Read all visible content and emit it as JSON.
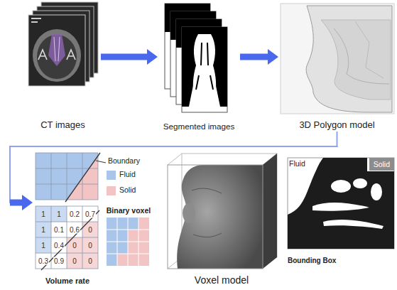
{
  "diagram": {
    "nodes": [
      {
        "text": [
          "CT images"
        ]
      },
      {
        "text": [
          "Segmented images"
        ]
      },
      {
        "text": [
          "3D Polygon model"
        ]
      },
      {
        "text": [
          "Volume rate"
        ]
      },
      {
        "text": [
          "Binary voxel"
        ]
      },
      {
        "text": [
          "Voxel model"
        ]
      },
      {
        "text": [
          "Fluid",
          "Solid",
          "Bounding Box"
        ]
      }
    ],
    "edges": [
      {
        "from": 0,
        "to": 1,
        "arrow": "to"
      },
      {
        "from": 1,
        "to": 2,
        "arrow": "to"
      },
      {
        "from": 2,
        "to": 3,
        "arrow": "to"
      }
    ],
    "labels": [
      "Boundary",
      "1",
      "1",
      "0.2",
      "0.7",
      "1",
      "0.1",
      "0.6",
      "0",
      "1",
      "0.4",
      "0",
      "0",
      "0.3",
      "0.9",
      "0",
      "0"
    ],
    "legend": [
      {
        "text": "Fluid",
        "color": "#a9c5ea"
      },
      {
        "text": "Solid",
        "color": "#f3c4c4"
      }
    ]
  }
}
